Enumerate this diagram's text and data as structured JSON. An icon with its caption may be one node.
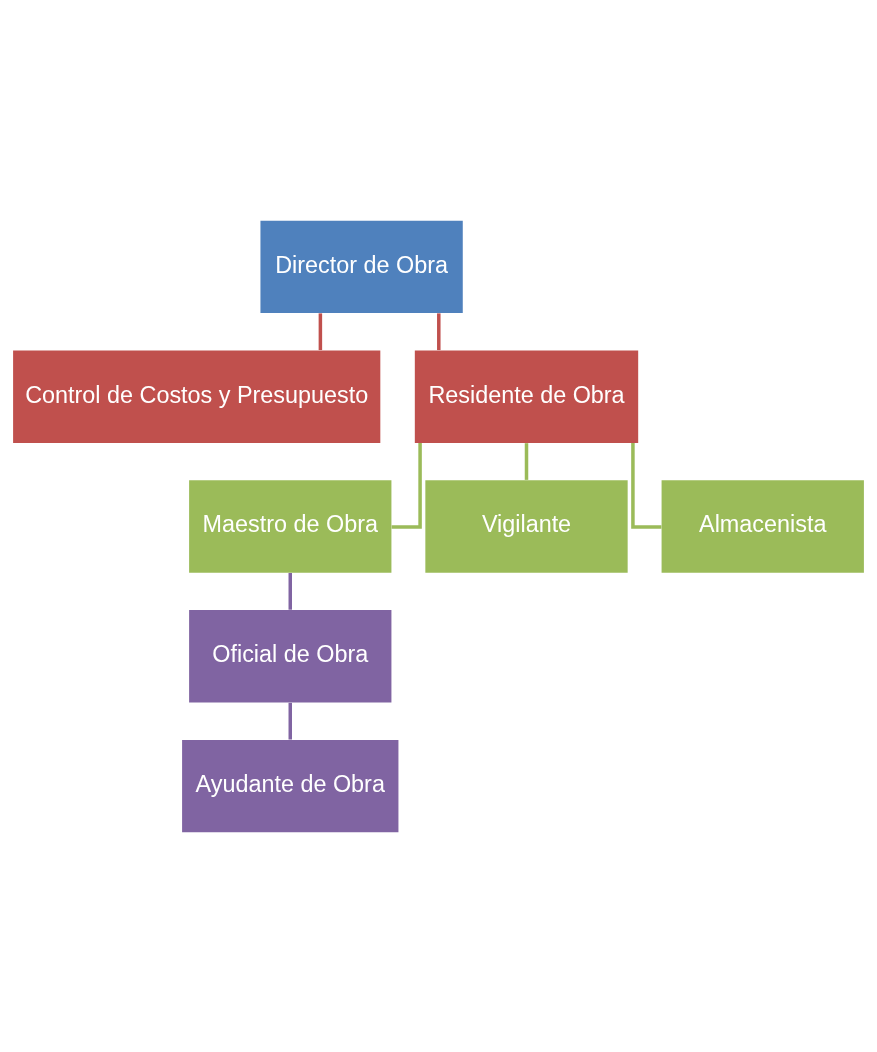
{
  "diagram": {
    "nodes": [
      {
        "text": [
          "Director de Obra"
        ]
      },
      {
        "text": [
          "Control de Costos y Presupuesto"
        ]
      },
      {
        "text": [
          "Residente de Obra"
        ]
      },
      {
        "text": [
          "Maestro de Obra"
        ]
      },
      {
        "text": [
          "Vigilante"
        ]
      },
      {
        "text": [
          "Almacenista"
        ]
      },
      {
        "text": [
          "Oficial de Obra"
        ]
      },
      {
        "text": [
          "Ayudante de Obra"
        ]
      }
    ],
    "edges": [
      {
        "from": 0,
        "to": 2,
        "arrow": "none",
        "color": "#c0504d"
      },
      {
        "from": 0,
        "to": 1,
        "arrow": "none",
        "color": "#c0504d"
      },
      {
        "from": 2,
        "to": 3,
        "arrow": "none",
        "color": "#9bbb59"
      },
      {
        "from": 2,
        "to": 4,
        "arrow": "none",
        "color": "#9bbb59"
      },
      {
        "from": 2,
        "to": 5,
        "arrow": "none",
        "color": "#9bbb59"
      },
      {
        "from": 3,
        "to": 6,
        "arrow": "none",
        "color": "#8064a2"
      },
      {
        "from": 6,
        "to": 7,
        "arrow": "none",
        "color": "#8064a2"
      }
    ]
  }
}
